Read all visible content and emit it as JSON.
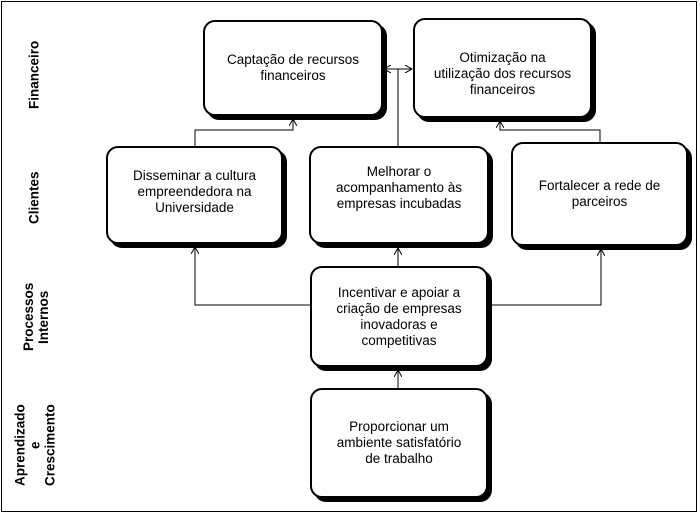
{
  "rows": {
    "financeiro": "Financeiro",
    "clientes": "Clientes",
    "processos": "Processos\nInternos",
    "aprendizado": "Aprendizado\ne\nCrescimento"
  },
  "boxes": {
    "captacao": "Captação de recursos\nfinanceiros",
    "otimizacao": "Otimização na\nutilização dos recursos\nfinanceiros",
    "disseminar": "Disseminar a cultura\nempreendedora na\nUniversidade",
    "melhorar": "Melhorar o\nacompanhamento às\nempresas incubadas",
    "fortalecer": "Fortalecer a rede de\nparceiros",
    "incentivar": "Incentivar e apoiar a\ncriação de empresas\ninovadoras e\ncompetitivas",
    "proporcionar": "Proporcionar um\nambiente satisfatório\nde trabalho"
  }
}
